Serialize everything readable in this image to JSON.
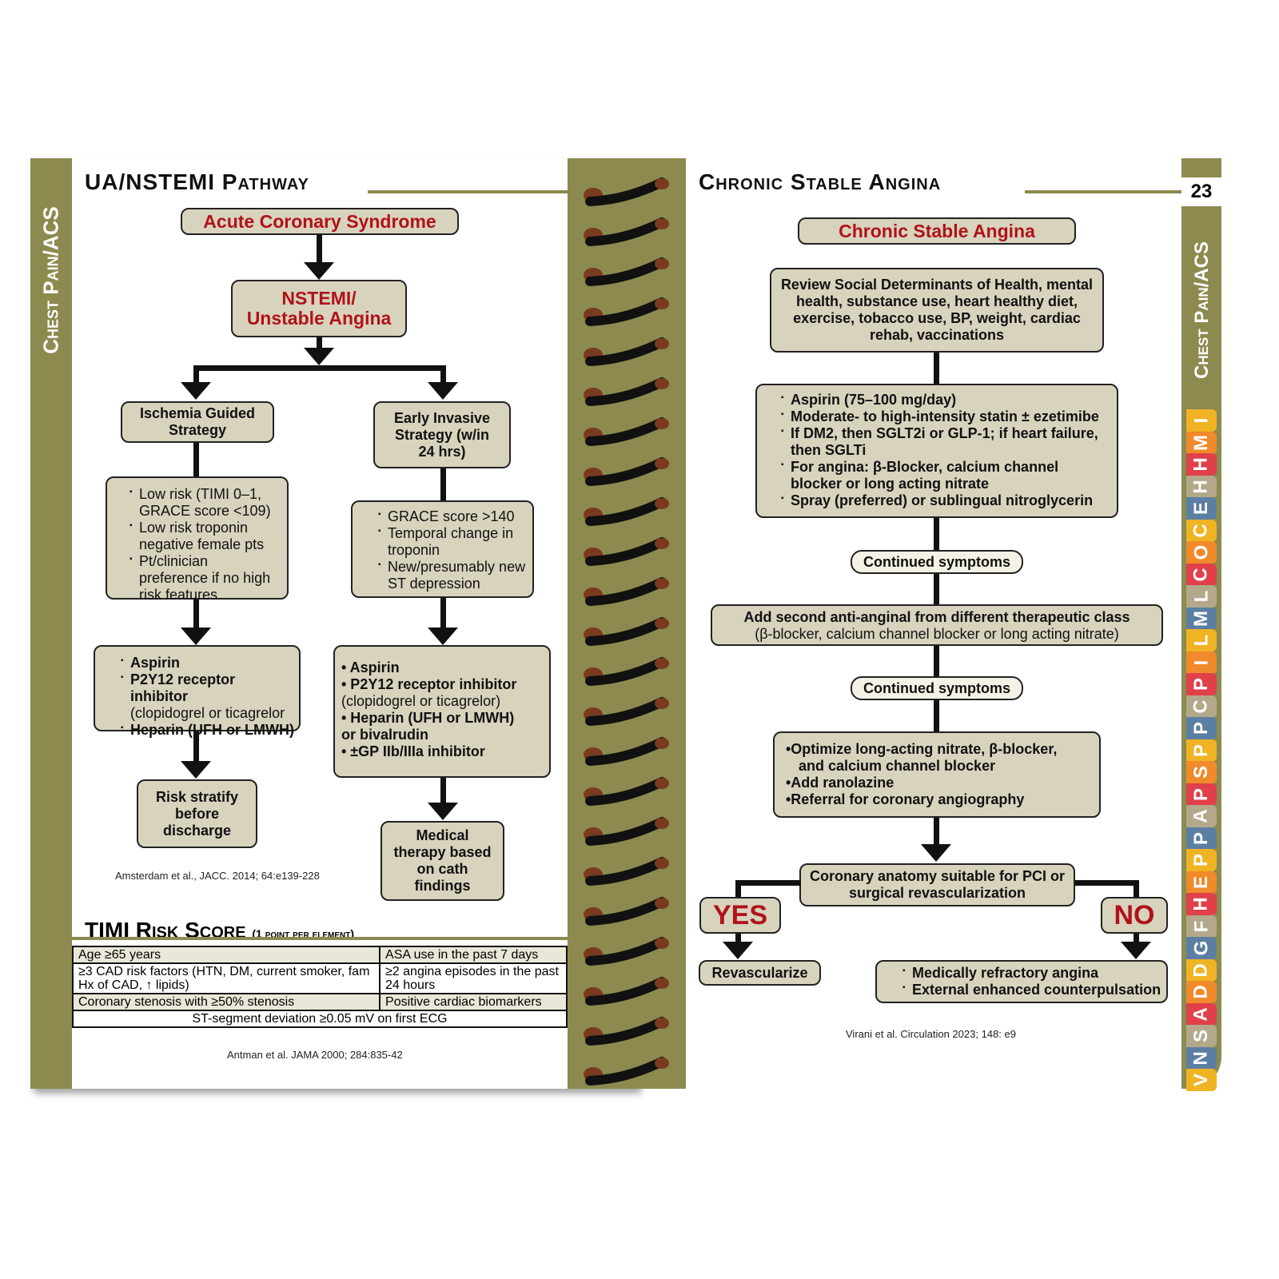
{
  "left": {
    "side_tab": "Chest Pain/ACS",
    "title": "UA/NSTEMI Pathway",
    "acs": "Acute Coronary Syndrome",
    "nstemi": [
      "NSTEMI/",
      "Unstable Angina"
    ],
    "ischemia": "Ischemia Guided Strategy",
    "invasive": "Early Invasive Strategy (w/in 24 hrs)",
    "ischemia_bullets": [
      "Low risk (TIMI 0–1, GRACE score <109)",
      "Low risk troponin negative female pts",
      "Pt/clinician preference if no high risk features"
    ],
    "invasive_bullets": [
      "GRACE score >140",
      "Temporal change in troponin",
      "New/presumably new ST depression"
    ],
    "ischemia_meds": [
      "Aspirin",
      "P2Y12 receptor inhibitor",
      "(clopidogrel or ticagrelor",
      "Heparin (UFH or LMWH)"
    ],
    "invasive_meds": [
      "• Aspirin",
      "• P2Y12 receptor inhibitor",
      "(clopidogrel or ticagrelor)",
      "• Heparin (UFH or LMWH)",
      "or bivalrudin",
      "• ±GP IIb/IIIa inhibitor"
    ],
    "risk": "Risk stratify before discharge",
    "medical": "Medical therapy based on cath findings",
    "cite1": "Amsterdam et al., JACC. 2014; 64:e139-228",
    "timi_title": "TIMI Risk Score",
    "timi_sub": "(1 point per element)",
    "timi_rows": [
      [
        "Age ≥65 years",
        "ASA use in the past 7 days"
      ],
      [
        "≥3 CAD risk factors (HTN, DM, current smoker, fam Hx of CAD, ↑ lipids)",
        "≥2 angina episodes in the past 24 hours"
      ],
      [
        "Coronary stenosis with ≥50% stenosis",
        "Positive cardiac biomarkers"
      ]
    ],
    "timi_last": "ST-segment deviation ≥0.05 mV on first ECG",
    "cite2": "Antman et al. JAMA 2000; 284:835-42"
  },
  "right": {
    "page_number": "23",
    "title": "Chronic Stable Angina",
    "csa": "Chronic Stable Angina",
    "review": "Review Social Determinants of Health, mental health, substance use, heart healthy diet, exercise, tobacco use, BP, weight, cardiac rehab, vaccinations",
    "meds": [
      "Aspirin (75–100 mg/day)",
      "Moderate- to high-intensity statin ± ezetimibe",
      "If DM2, then SGLT2i or GLP-1; if heart failure, then SGLTi",
      "For angina: β-Blocker, calcium channel blocker or long acting nitrate",
      "Spray (preferred) or sublingual nitroglycerin"
    ],
    "continued1": "Continued symptoms",
    "add_second": "Add second anti-anginal from different therapeutic class",
    "add_second_sub": "(β-blocker, calcium channel blocker or long acting nitrate)",
    "continued2": "Continued symptoms",
    "optimize": [
      "•Optimize long-acting nitrate, β-blocker,",
      "and calcium channel blocker",
      "•Add ranolazine",
      "•Referral for coronary angiography"
    ],
    "anatomy": "Coronary anatomy suitable for PCI or surgical revascularization",
    "yes": "YES",
    "no": "NO",
    "revasc": "Revascularize",
    "refractory": [
      "Medically refractory angina",
      "External enhanced counterpulsation"
    ],
    "cite": "Virani et al. Circulation 2023; 148: e9",
    "side_tab": "Chest Pain/ACS",
    "index_tabs": [
      "I",
      "M",
      "H",
      "H",
      "E",
      "C",
      "O",
      "C",
      "L",
      "M",
      "L",
      "I",
      "P",
      "C",
      "P",
      "P",
      "S",
      "P",
      "A",
      "P",
      "P",
      "E",
      "H",
      "F",
      "G",
      "D",
      "D",
      "A",
      "S",
      "N",
      "V"
    ],
    "tab_colors": [
      "#f0b323",
      "#f08a2a",
      "#e0404a",
      "#b3a98a",
      "#5b7fa3"
    ]
  }
}
